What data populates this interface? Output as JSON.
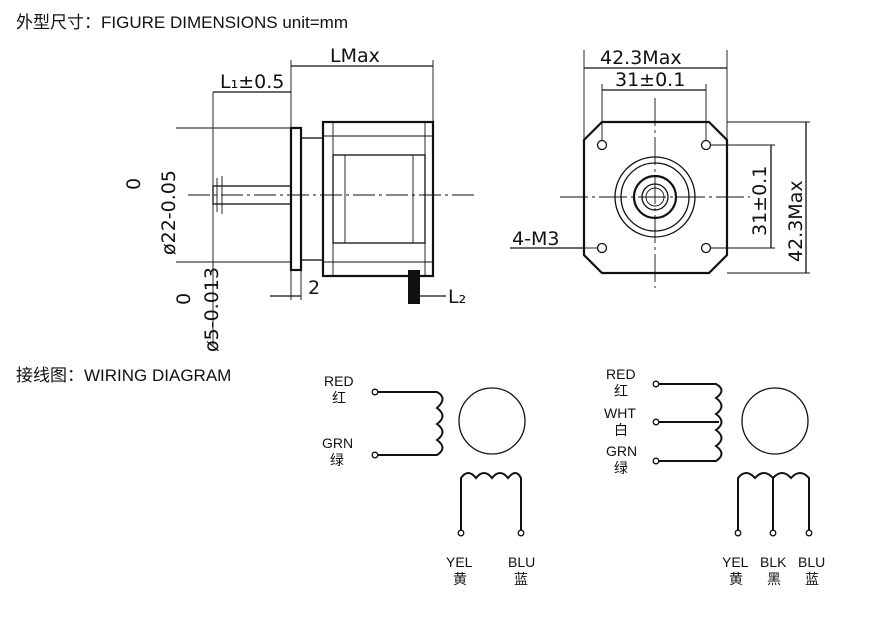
{
  "headings": {
    "dimensions": "外型尺寸：FIGURE DIMENSIONS unit=mm",
    "wiring": "接线图：WIRING DIAGRAM"
  },
  "side_view": {
    "l1": "L₁±0.5",
    "lmax": "LMax",
    "boss_tol": "0",
    "boss_dia": "ø22-0.05",
    "shaft_tol": "0",
    "shaft_dia": "ø5-0.013",
    "two": "2",
    "l2": "L₂"
  },
  "front_view": {
    "width_max": "42.3Max",
    "hole_spacing_h": "31±0.1",
    "hole_spacing_v": "31±0.1",
    "height_max": "42.3Max",
    "holes": "4-M3"
  },
  "wiring_a": {
    "top_label_en": "RED",
    "top_label_cn": "红",
    "bottom_label_en": "GRN",
    "bottom_label_cn": "绿",
    "left_label_en": "YEL",
    "left_label_cn": "黄",
    "right_label_en": "BLU",
    "right_label_cn": "蓝"
  },
  "wiring_b": {
    "top_label_en": "RED",
    "top_label_cn": "红",
    "mid_label_en": "WHT",
    "mid_label_cn": "白",
    "bottom_label_en": "GRN",
    "bottom_label_cn": "绿",
    "left_label_en": "YEL",
    "left_label_cn": "黄",
    "center_label_en": "BLK",
    "center_label_cn": "黑",
    "right_label_en": "BLU",
    "right_label_cn": "蓝"
  }
}
